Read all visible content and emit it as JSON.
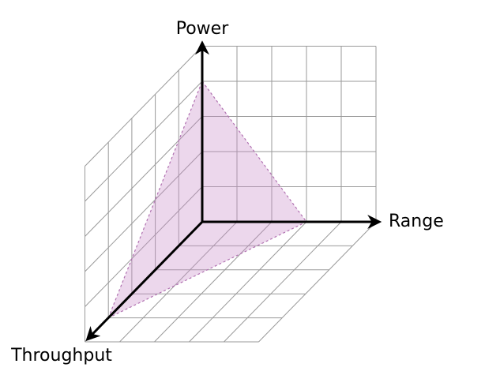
{
  "axes": {
    "power": {
      "label": "Power"
    },
    "range": {
      "label": "Range"
    },
    "throughput": {
      "label": "Throughput"
    }
  },
  "grid": {
    "divisions_range": 5,
    "divisions_power": 5,
    "divisions_throughput": 5
  },
  "region": {
    "fill_color": "#c98cc9",
    "fill_opacity": 0.35,
    "edge_color": "#b070b0",
    "power_extent": 4,
    "range_extent": 3,
    "throughput_extent": 4
  },
  "colors": {
    "axis": "#000000",
    "grid": "#9a9a9a"
  }
}
